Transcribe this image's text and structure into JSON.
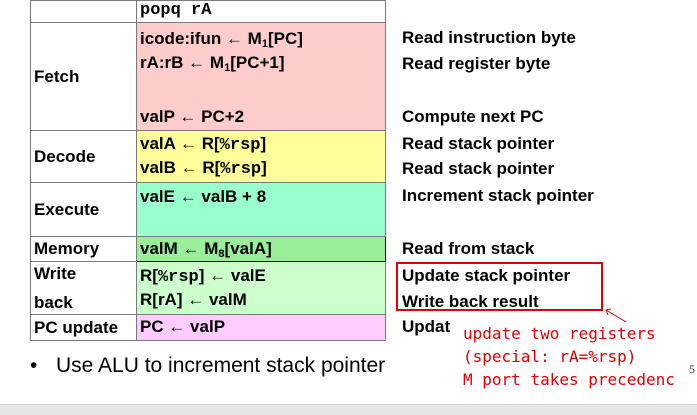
{
  "table": {
    "header": "popq rA",
    "stages": {
      "fetch": "Fetch",
      "decode": "Decode",
      "execute": "Execute",
      "memory": "Memory",
      "write": "Write",
      "back": "back",
      "pc": "PC update"
    },
    "ops": {
      "fetch_1": "icode:ifun ← M",
      "fetch_1_sub": "1",
      "fetch_1_tail": "[PC]",
      "fetch_2": "rA:rB ← M",
      "fetch_2_sub": "1",
      "fetch_2_tail": "[PC+1]",
      "fetch_3": "valP ← PC+2",
      "decode_1_pre": "valA ← R[",
      "decode_1_reg": "%rsp",
      "decode_1_post": "]",
      "decode_2_pre": "valB ← R[",
      "decode_2_reg": "%rsp",
      "decode_2_post": "]",
      "execute_1": "valE ← valB + 8",
      "memory_1": "valM ← M",
      "memory_1_sub": "8",
      "memory_1_tail": "[valA]",
      "write_1_pre": "R[",
      "write_1_reg": "%rsp",
      "write_1_post": "] ← valE",
      "write_2": "R[rA] ← valM",
      "pc_1": "PC ← valP"
    },
    "colors": {
      "fetch": "#ffcccc",
      "decode": "#ffff99",
      "execute": "#99ffcc",
      "memory": "#99ee99",
      "write": "#ccffcc",
      "pc": "#ffccff"
    }
  },
  "descriptions": {
    "fetch_1": "Read instruction byte",
    "fetch_2": "Read register byte",
    "fetch_3": "Compute next PC",
    "decode_1": "Read stack pointer",
    "decode_2": "Read stack pointer",
    "execute_1": "Increment stack pointer",
    "memory_1": "Read from stack",
    "write_1": "Update stack pointer",
    "write_2": "Write back result",
    "pc_1": "Updat"
  },
  "bullet": {
    "symbol": "•",
    "text": "Use ALU to increment stack pointer"
  },
  "annotation": {
    "line1": "update two registers",
    "line2": "(special: rA=%rsp)",
    "line3": "M port takes precedenc",
    "color": "#e00000"
  },
  "page_number": "5"
}
